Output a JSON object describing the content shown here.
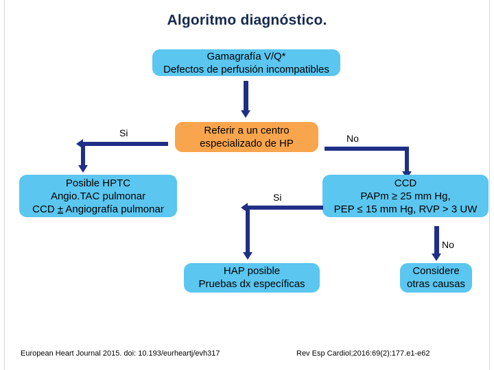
{
  "slide": {
    "title": "Algoritmo diagnóstico.",
    "background_color": "#ffffff",
    "title_color": "#17294d",
    "node_blue": "#5bc6f0",
    "node_orange": "#f9a54d",
    "connector_color": "#1f2f86"
  },
  "nodes": {
    "vq_scan": {
      "line1": "Gamagrafía V/Q*",
      "line2": "Defectos de perfusión incompatibles",
      "color": "#5bc6f0"
    },
    "referral": {
      "line1": "Referir a un centro",
      "line2": "especializado de HP",
      "color": "#f9a54d"
    },
    "hptc": {
      "line1": "Posible HPTC",
      "line2": "Angio.TAC pulmonar",
      "line3_pre": "CCD ",
      "line3_sym": "±",
      "line3_post": " Angiografía pulmonar",
      "color": "#5bc6f0"
    },
    "ccd": {
      "line1": "CCD",
      "line2": "PAPm ≥ 25 mm Hg,",
      "line3": "PEP ≤ 15 mm Hg, RVP > 3 UW",
      "color": "#5bc6f0"
    },
    "hap": {
      "line1": "HAP posible",
      "line2": "Pruebas dx específicas",
      "color": "#5bc6f0"
    },
    "other_causes": {
      "line1": "Considere",
      "line2": "otras causas",
      "color": "#5bc6f0"
    }
  },
  "edges": {
    "vq_to_referral": {
      "label": ""
    },
    "referral_yes": {
      "label": "Si"
    },
    "referral_no": {
      "label": "No"
    },
    "ccd_yes": {
      "label": "Si"
    },
    "ccd_no": {
      "label": "No"
    }
  },
  "footer": {
    "left": "European Heart Journal 2015. doi: 10.193/eurheartj/evh317",
    "right": "Rev Esp Cardiol;2016:69(2):177.e1-e62"
  }
}
